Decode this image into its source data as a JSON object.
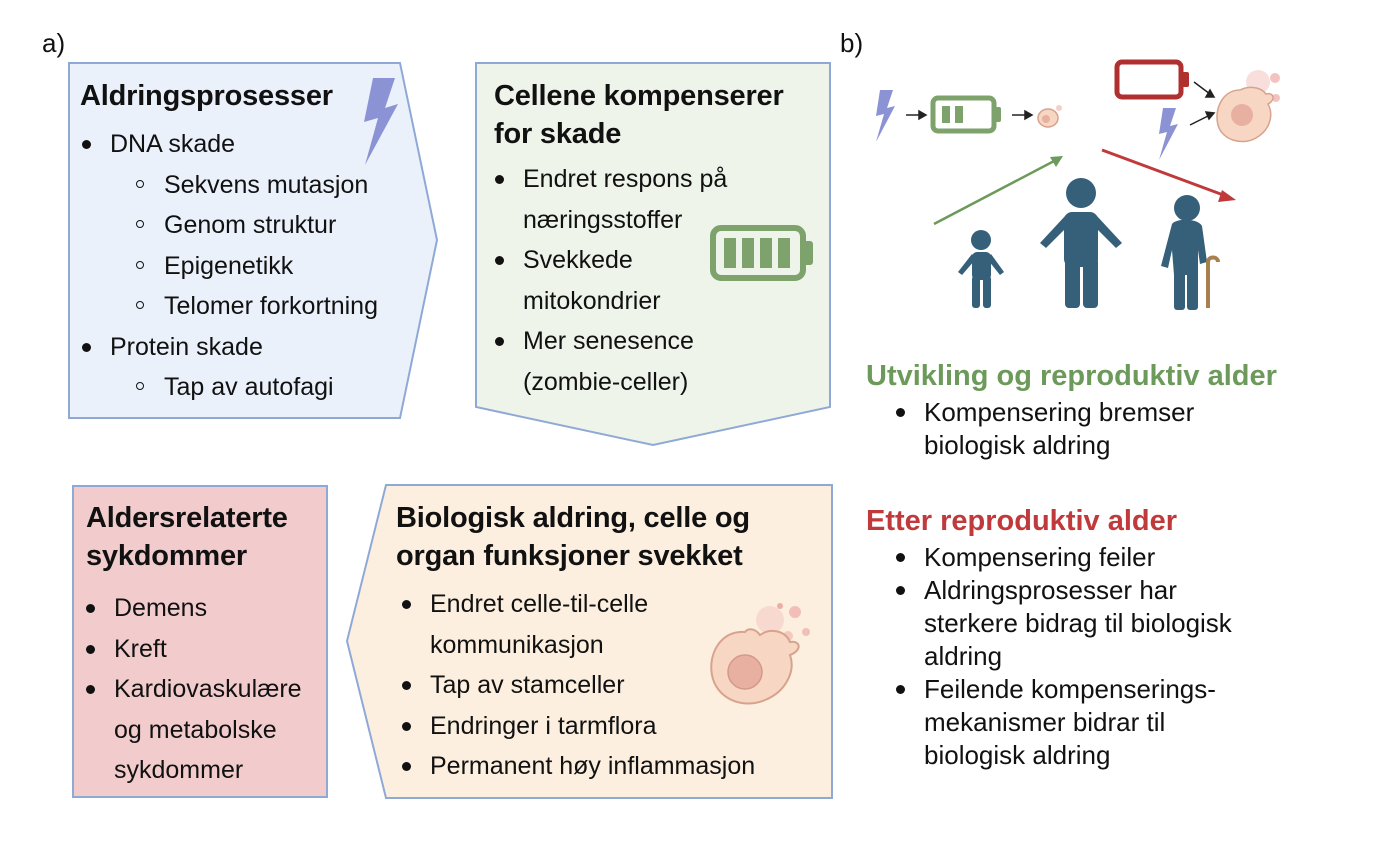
{
  "labels": {
    "a": "a)",
    "b": "b)"
  },
  "box1": {
    "title": "Aldringsprosesser",
    "items": [
      "DNA skade",
      "Sekvens mutasjon",
      "Genom struktur",
      "Epigenetikk",
      "Telomer forkortning",
      "Protein skade",
      "Tap av autofagi"
    ]
  },
  "box2": {
    "title_line1": "Cellene kompenserer",
    "title_line2": "for skade",
    "items": [
      "Endret respons på",
      "næringsstoffer",
      "Svekkede",
      "mitokondrier",
      "Mer senesence",
      "(zombie-celler)"
    ]
  },
  "box3": {
    "title_line1": "Biologisk aldring, celle og",
    "title_line2": "organ funksjoner svekket",
    "items": [
      "Endret celle-til-celle",
      "kommunikasjon",
      "Tap av stamceller",
      "Endringer i tarmflora",
      "Permanent høy inflammasjon"
    ]
  },
  "box4": {
    "title_line1": "Aldersrelaterte",
    "title_line2": "sykdommer",
    "items": [
      "Demens",
      "Kreft",
      "Kardiovaskulære",
      "og metabolske",
      "sykdommer"
    ]
  },
  "right": {
    "heading1": "Utvikling og reproduktiv alder",
    "list1": [
      "Kompensering bremser",
      "biologisk aldring"
    ],
    "heading2": "Etter reproduktiv alder",
    "list2": [
      "Kompensering feiler",
      "Aldringsprosesser har",
      "sterkere bidrag til biologisk",
      "aldring",
      "Feilende kompenserings-",
      "mekanismer bidrar til",
      "biologisk aldring"
    ]
  },
  "colors": {
    "box1_fill": "#eaf1fb",
    "box2_fill": "#eef4ea",
    "box3_fill": "#fcefe0",
    "box4_fill": "#f2cccd",
    "border": "#8fa9d6",
    "green": "#6c9a5a",
    "red": "#c0393b",
    "figure": "#36607a",
    "bolt": "#8b93d4"
  },
  "icons": [
    "lightning-bolt-icon",
    "battery-full-icon",
    "battery-empty-icon",
    "cell-icon",
    "senescent-cell-icon",
    "child-figure-icon",
    "adult-figure-icon",
    "elderly-figure-icon"
  ]
}
